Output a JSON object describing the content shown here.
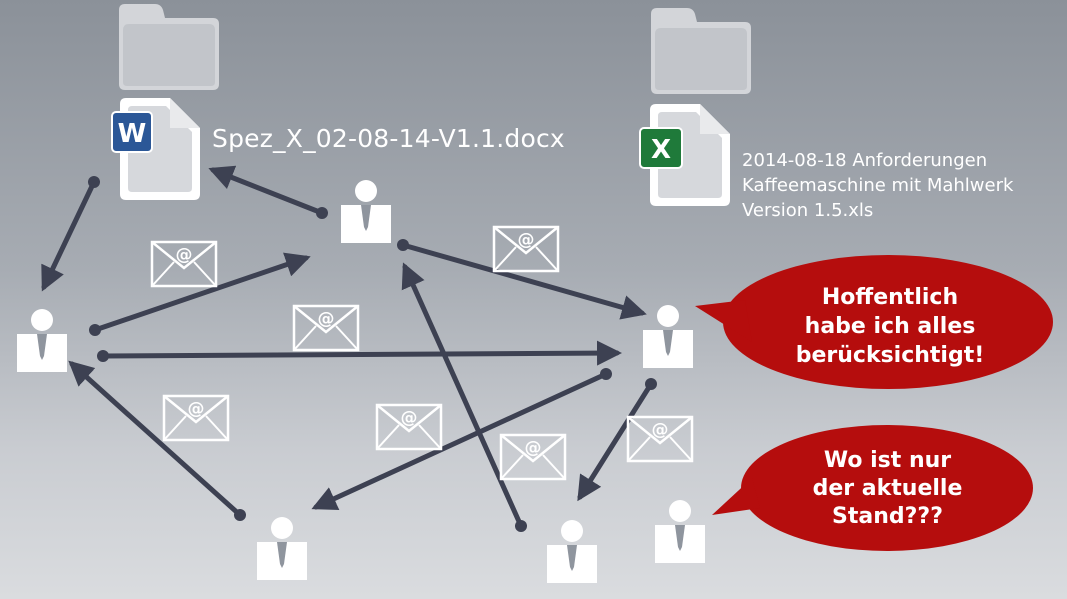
{
  "documents": {
    "word": {
      "filename": "Spez_X_02-08-14-V1.1.docx",
      "app_icon": "word-icon",
      "app_letter": "W"
    },
    "excel": {
      "filename": "2014-08-18 Anforderungen\nKaffeemaschine mit Mahlwerk\nVersion 1.5.xls",
      "app_icon": "excel-icon",
      "app_letter": "X"
    }
  },
  "speech_bubbles": [
    {
      "text": "Hoffentlich\nhabe ich alles\nberücksichtigt!"
    },
    {
      "text": "Wo ist nur\nder aktuelle\nStand???"
    }
  ],
  "email_symbol": "@",
  "colors": {
    "background_top": "#8b9199",
    "background_bottom": "#dadcdf",
    "arrow": "#3d4152",
    "bubble": "#b50d0d",
    "person": "#ffffff",
    "folder": "#d3d5d9",
    "word_blue": "#2b5797",
    "excel_green": "#1f7a3a"
  }
}
